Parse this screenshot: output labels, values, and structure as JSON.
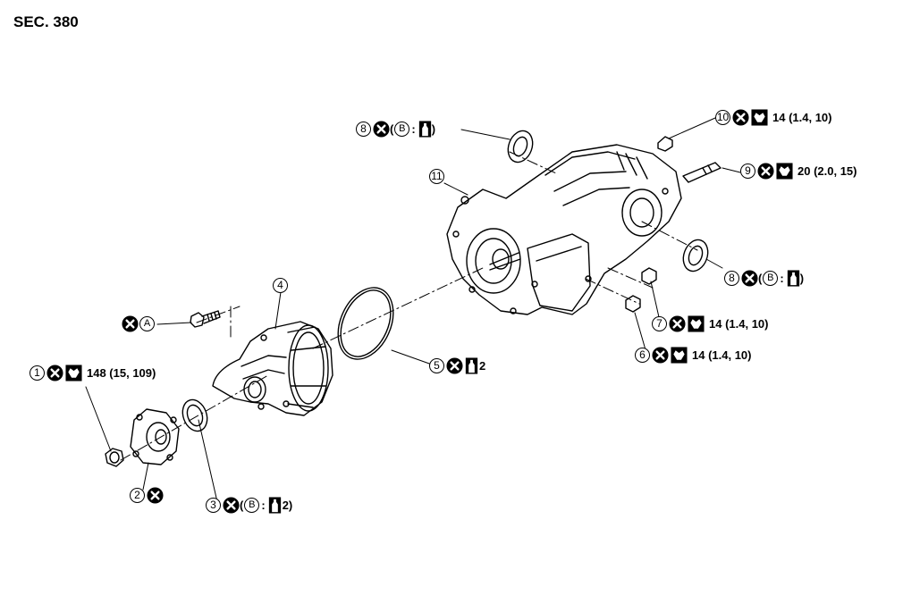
{
  "section": "SEC. 380",
  "symbols": {
    "x": "do-not-reuse-icon",
    "torque": "torque-wrench-icon",
    "sealant": "sealant-tube-icon"
  },
  "callouts": [
    {
      "id": "c10",
      "num": "10",
      "spec": "14 (1.4, 10)"
    },
    {
      "id": "c8a",
      "num": "8",
      "letter": "B"
    },
    {
      "id": "c11",
      "num": "11"
    },
    {
      "id": "c9",
      "num": "9",
      "spec": "20 (2.0, 15)"
    },
    {
      "id": "c8b",
      "num": "8",
      "letter": "B"
    },
    {
      "id": "c4",
      "num": "4"
    },
    {
      "id": "cA",
      "letter": "A"
    },
    {
      "id": "c7",
      "num": "7",
      "spec": "14 (1.4, 10)"
    },
    {
      "id": "c6",
      "num": "6",
      "spec": "14 (1.4, 10)"
    },
    {
      "id": "c5",
      "num": "5",
      "suffix": "2"
    },
    {
      "id": "c1",
      "num": "1",
      "spec": "148 (15, 109)"
    },
    {
      "id": "c2",
      "num": "2"
    },
    {
      "id": "c3",
      "num": "3",
      "letter": "B",
      "suffix": "2"
    }
  ]
}
